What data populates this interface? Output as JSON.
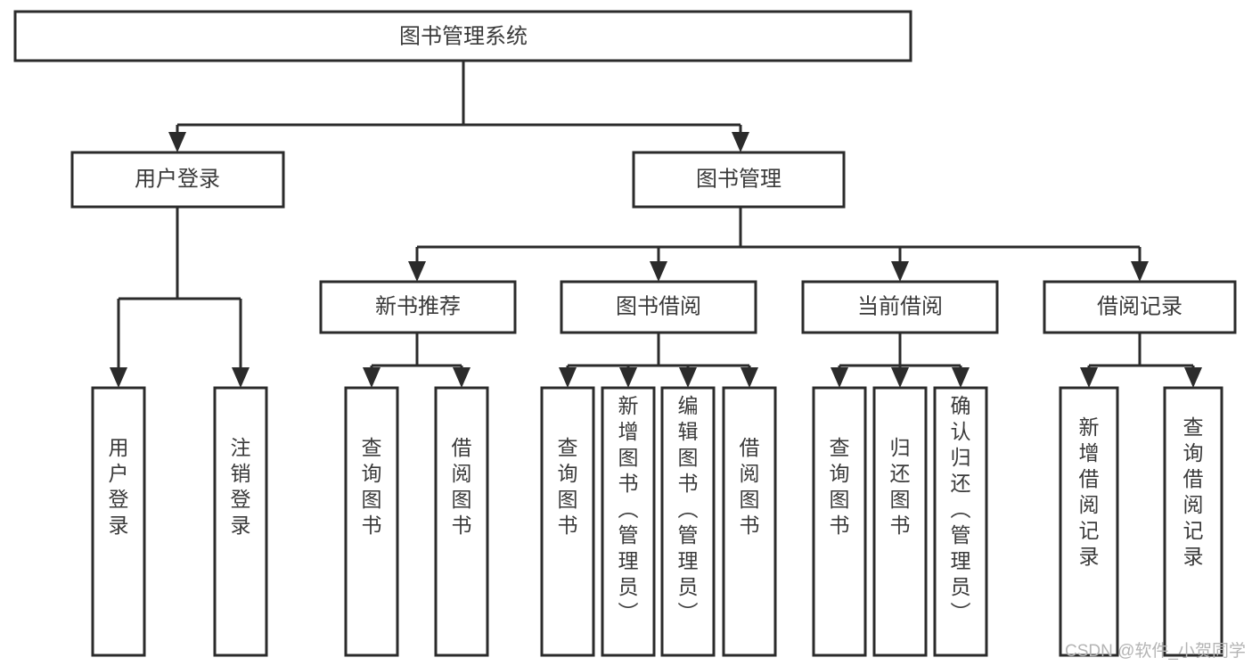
{
  "diagram": {
    "type": "hierarchy-tree",
    "title": "图书管理系统",
    "root": {
      "id": "root",
      "label": "图书管理系统"
    },
    "level1": [
      {
        "id": "user-login",
        "label": "用户登录"
      },
      {
        "id": "book-management",
        "label": "图书管理"
      }
    ],
    "level2": [
      {
        "id": "new-book-recommend",
        "label": "新书推荐",
        "parent": "book-management"
      },
      {
        "id": "book-borrow",
        "label": "图书借阅",
        "parent": "book-management"
      },
      {
        "id": "current-borrow",
        "label": "当前借阅",
        "parent": "book-management"
      },
      {
        "id": "borrow-record",
        "label": "借阅记录",
        "parent": "book-management"
      }
    ],
    "leaves": {
      "user_login": [
        {
          "id": "leaf-user-login",
          "label": "用户登录"
        },
        {
          "id": "leaf-logout-login",
          "label": "注销登录"
        }
      ],
      "new_book_recommend": [
        {
          "id": "leaf-query-book-1",
          "label": "查询图书"
        },
        {
          "id": "leaf-borrow-book-1",
          "label": "借阅图书"
        }
      ],
      "book_borrow": [
        {
          "id": "leaf-query-book-2",
          "label": "查询图书"
        },
        {
          "id": "leaf-add-book",
          "label": "新增图书（管理员）"
        },
        {
          "id": "leaf-edit-book",
          "label": "编辑图书（管理员）"
        },
        {
          "id": "leaf-borrow-book-2",
          "label": "借阅图书"
        }
      ],
      "current_borrow": [
        {
          "id": "leaf-query-book-3",
          "label": "查询图书"
        },
        {
          "id": "leaf-return-book",
          "label": "归还图书"
        },
        {
          "id": "leaf-confirm-return",
          "label": "确认归还（管理员）"
        }
      ],
      "borrow_record": [
        {
          "id": "leaf-add-record",
          "label": "新增借阅记录"
        },
        {
          "id": "leaf-query-record",
          "label": "查询借阅记录"
        }
      ]
    }
  },
  "watermark": {
    "text": "CSDN @软件_小贺同学"
  },
  "colors": {
    "stroke": "#2b2b2b",
    "box_fill": "#ffffff",
    "text": "#3a3a3a",
    "watermark": "#b4b4b4",
    "background": "#ffffff"
  }
}
